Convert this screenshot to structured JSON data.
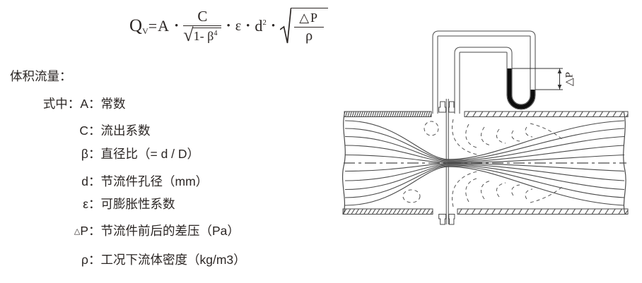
{
  "formula": {
    "lhs": "Q",
    "lhs_sub": "V",
    "equals_const": "=A",
    "dot": "•",
    "frac_num": "C",
    "sqrt_sign": "√",
    "frac_den": "1- β",
    "frac_den_exp": "4",
    "epsilon": "ε",
    "d": "d",
    "d_exp": "2",
    "root_num": "△P",
    "root_den": "ρ"
  },
  "definitions": {
    "heading": "体积流量：",
    "where": "式中：",
    "colon": "：",
    "items": [
      {
        "sym": "A",
        "desc": "常数"
      },
      {
        "sym": "C",
        "desc": "流出系数"
      },
      {
        "sym": "β",
        "desc": "直径比（= d / D）"
      },
      {
        "sym": "d",
        "desc": "节流件孔径（mm）"
      },
      {
        "sym": "ε",
        "desc": "可膨胀性系数"
      },
      {
        "sym_prefix": "△",
        "sym": "P",
        "desc": "节流件前后的差压（Pa）"
      },
      {
        "sym": "ρ",
        "desc": "工况下流体密度（kg/m3）"
      }
    ]
  },
  "diagram": {
    "dp_label": "△P"
  },
  "colors": {
    "text": "#2b2624",
    "line": "#4a4a4a",
    "fluid": "#0d0d0d",
    "background": "#ffffff"
  }
}
